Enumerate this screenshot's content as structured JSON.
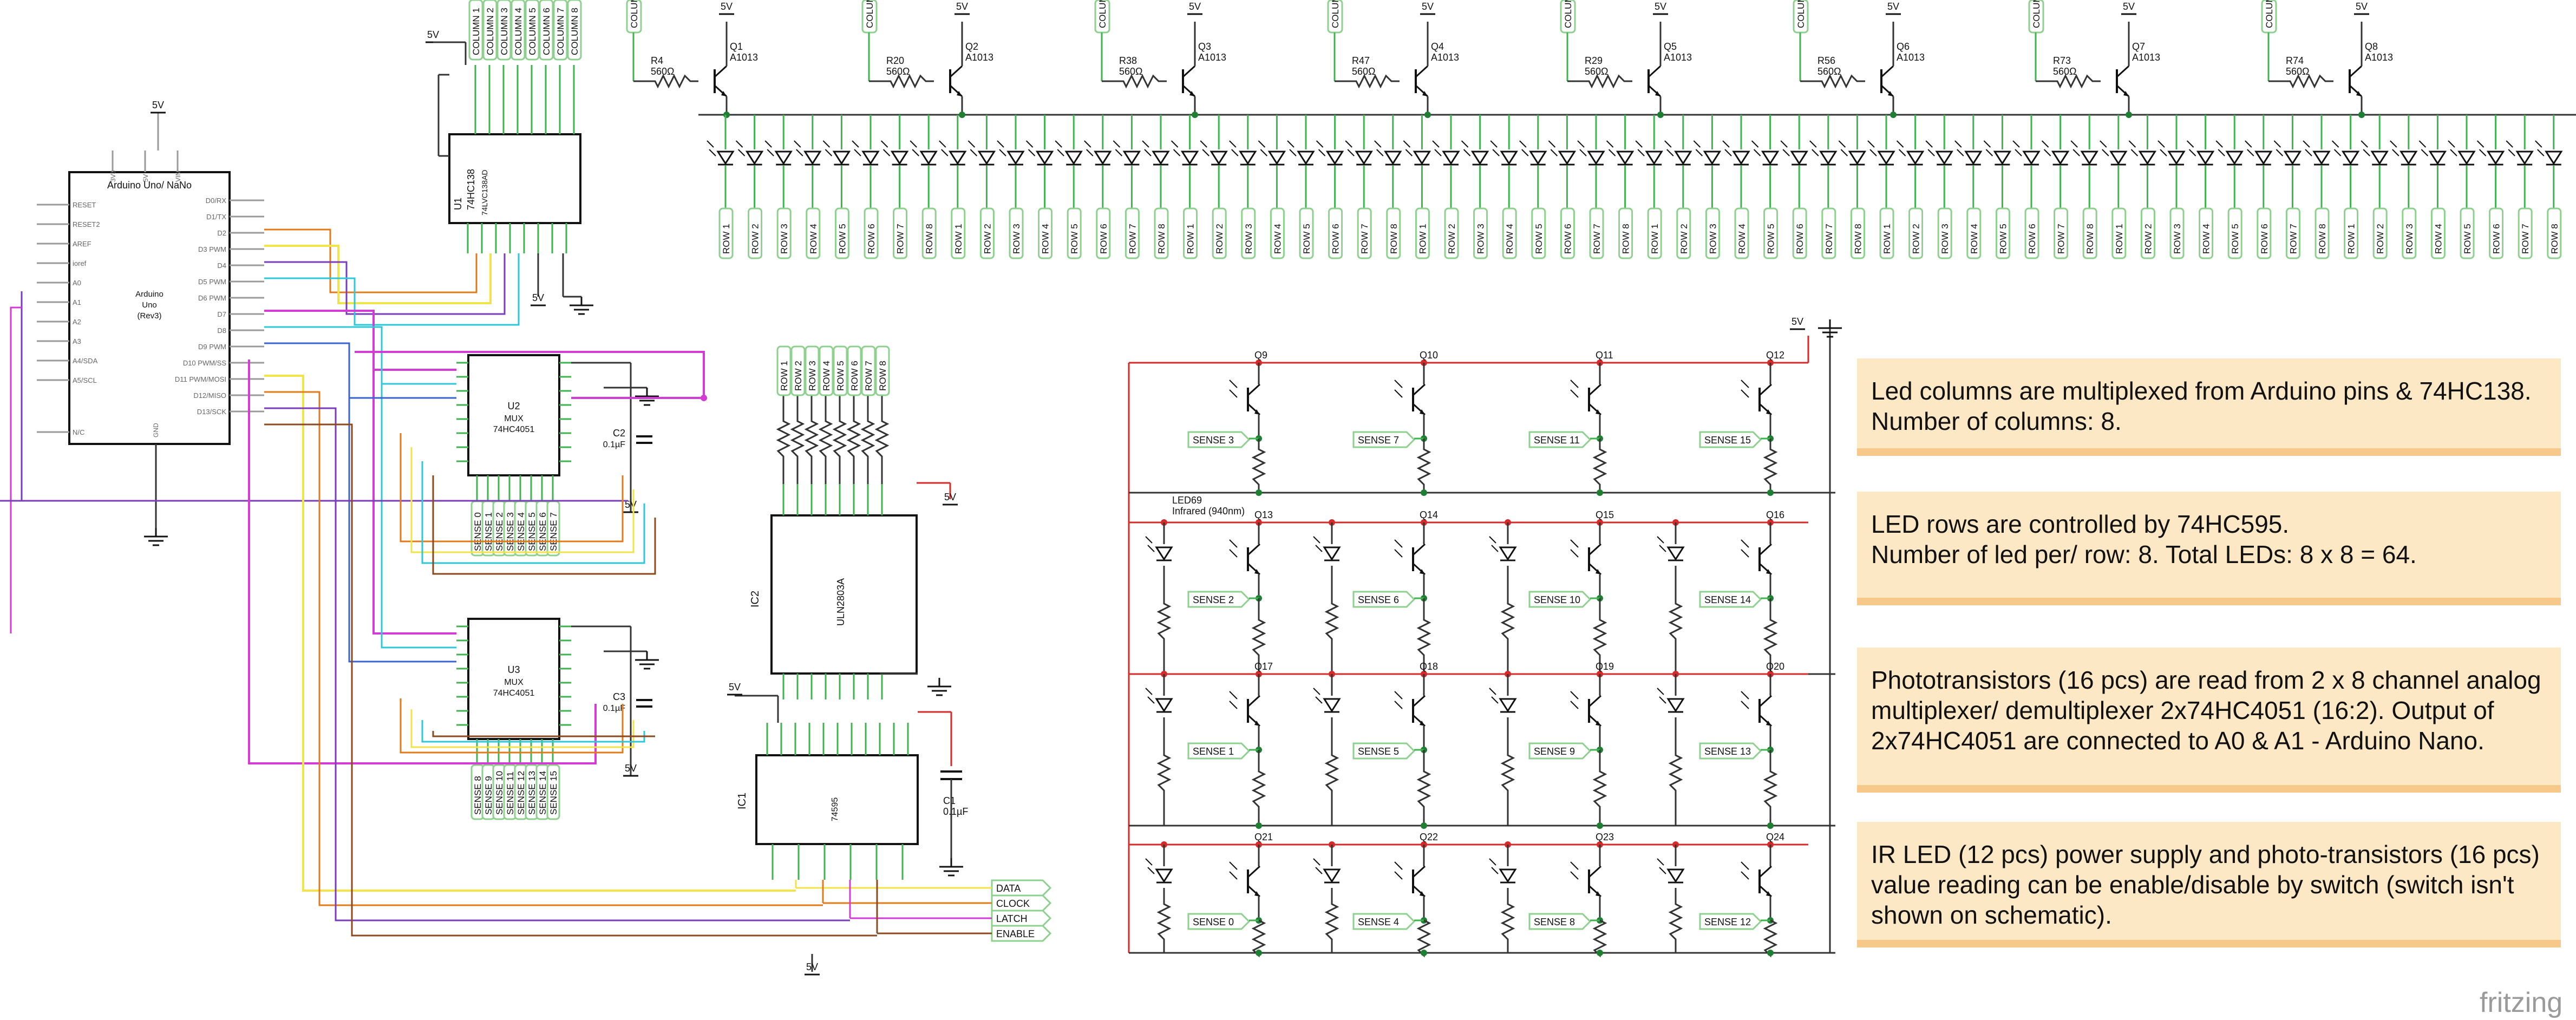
{
  "controller": {
    "title": "Arduino Uno/ NaNo",
    "body": [
      "Arduino",
      "Uno",
      "(Rev3)"
    ],
    "left_pins": [
      "RESET",
      "RESET2",
      "AREF",
      "ioref",
      "A0",
      "A1",
      "A2",
      "A3",
      "A4/SDA",
      "A5/SCL",
      "N/C"
    ],
    "right_pins": [
      "D0/RX",
      "D1/TX",
      "D2",
      "D3 PWM",
      "D4",
      "D5 PWM",
      "D6 PWM",
      "D7",
      "D8",
      "D9 PWM",
      "D10 PWM/SS",
      "D11 PWM/MOSI",
      "D12/MISO",
      "D13/SCK"
    ],
    "top_pins": [
      "3V3",
      "5V",
      "VIN"
    ],
    "bottom_pin": "GND"
  },
  "decoder": {
    "ref": "U1",
    "part": "74HC138",
    "alt": "74LVC138AD",
    "supply": "5V",
    "gnd": "5V"
  },
  "mux_a": {
    "ref": "U2",
    "lines": [
      "MUX",
      "74HC4051"
    ],
    "cap_ref": "C2",
    "cap_val": "0.1µF",
    "supply": "5V"
  },
  "mux_b": {
    "ref": "U3",
    "lines": [
      "MUX",
      "74HC4051"
    ],
    "cap_ref": "C3",
    "cap_val": "0.1µF",
    "supply": "5V"
  },
  "driver": {
    "ref": "IC2",
    "part": "ULN2803A",
    "supply": "5V"
  },
  "shift_reg": {
    "ref": "IC1",
    "part": "74595",
    "supply": "5V",
    "cap_ref": "C1",
    "cap_val": "0.1µF"
  },
  "mux_a_sense": [
    "SENSE 0",
    "SENSE 1",
    "SENSE 2",
    "SENSE 3",
    "SENSE 4",
    "SENSE 5",
    "SENSE 6",
    "SENSE 7"
  ],
  "mux_b_sense": [
    "SENSE 8",
    "SENSE 9",
    "SENSE 10",
    "SENSE 11",
    "SENSE 12",
    "SENSE 13",
    "SENSE 14",
    "SENSE 15"
  ],
  "row_labels": [
    "ROW 1",
    "ROW 2",
    "ROW 3",
    "ROW 4",
    "ROW 5",
    "ROW 6",
    "ROW 7",
    "ROW 8"
  ],
  "column_labels": [
    "COLUMN 1",
    "COLUMN 2",
    "COLUMN 3",
    "COLUMN 4",
    "COLUMN 5",
    "COLUMN 6",
    "COLUMN 7",
    "COLUMN 8"
  ],
  "column_drivers": [
    {
      "q": "Q1",
      "part": "A1013",
      "r": "R4",
      "rv": "560Ω"
    },
    {
      "q": "Q2",
      "part": "A1013",
      "r": "R20",
      "rv": "560Ω"
    },
    {
      "q": "Q3",
      "part": "A1013",
      "r": "R38",
      "rv": "560Ω"
    },
    {
      "q": "Q4",
      "part": "A1013",
      "r": "R47",
      "rv": "560Ω"
    },
    {
      "q": "Q5",
      "part": "A1013",
      "r": "R29",
      "rv": "560Ω"
    },
    {
      "q": "Q6",
      "part": "A1013",
      "r": "R56",
      "rv": "560Ω"
    },
    {
      "q": "Q7",
      "part": "A1013",
      "r": "R73",
      "rv": "560Ω"
    },
    {
      "q": "Q8",
      "part": "A1013",
      "r": "R74",
      "rv": "560Ω"
    }
  ],
  "supply_label": "5V",
  "control_signals": [
    "DATA",
    "CLOCK",
    "LATCH",
    "ENABLE"
  ],
  "sensor_rows": [
    {
      "q": [
        "Q9",
        "Q10",
        "Q11",
        "Q12"
      ],
      "sense": [
        "SENSE 3",
        "SENSE 7",
        "SENSE 11",
        "SENSE 15"
      ],
      "has_ir": false
    },
    {
      "q": [
        "Q13",
        "Q14",
        "Q15",
        "Q16"
      ],
      "sense": [
        "SENSE 2",
        "SENSE 6",
        "SENSE 10",
        "SENSE 14"
      ],
      "has_ir": true
    },
    {
      "q": [
        "Q17",
        "Q18",
        "Q19",
        "Q20"
      ],
      "sense": [
        "SENSE 1",
        "SENSE 5",
        "SENSE 9",
        "SENSE 13"
      ],
      "has_ir": true
    },
    {
      "q": [
        "Q21",
        "Q22",
        "Q23",
        "Q24"
      ],
      "sense": [
        "SENSE 0",
        "SENSE 4",
        "SENSE 8",
        "SENSE 12"
      ],
      "has_ir": true
    }
  ],
  "ir_led": {
    "ref": "LED69",
    "desc": "Infrared (940nm)"
  },
  "notes": {
    "note1": [
      "Led columns are multiplexed from Arduino pins & 74HC138.",
      "Number of columns: 8."
    ],
    "note2": [
      "LED rows are controlled by 74HC595.",
      "Number of led per/ row: 8. Total LEDs: 8 x 8 = 64."
    ],
    "note3": [
      "Phototransistors (16 pcs) are read from 2 x 8 channel analog",
      "multiplexer/ demultiplexer 2x74HC4051 (16:2). Output of",
      "2x74HC4051 are connected to A0 & A1 - Arduino Nano."
    ],
    "note4": [
      "IR LED (12 pcs) power supply and photo-transistors (16 pcs)",
      "value reading can be enable/disable by switch (switch isn't",
      "shown on schematic)."
    ]
  },
  "watermark": "fritzing",
  "colors": {
    "wire": "#333333",
    "pin_green": "#3fb34f",
    "label_green": "#8ed08e",
    "power_red": "#d42a2a",
    "magenta": "#d33cd3",
    "orange": "#e07a1a",
    "yellow": "#f2e34a",
    "cyan": "#2ec7d8",
    "brown": "#8b4a1d",
    "blue": "#3a63d1",
    "purple": "#7a3cb8",
    "gray": "#9a9a9a",
    "note_bg": "#fde8c6",
    "note_border": "#f6c98a"
  }
}
